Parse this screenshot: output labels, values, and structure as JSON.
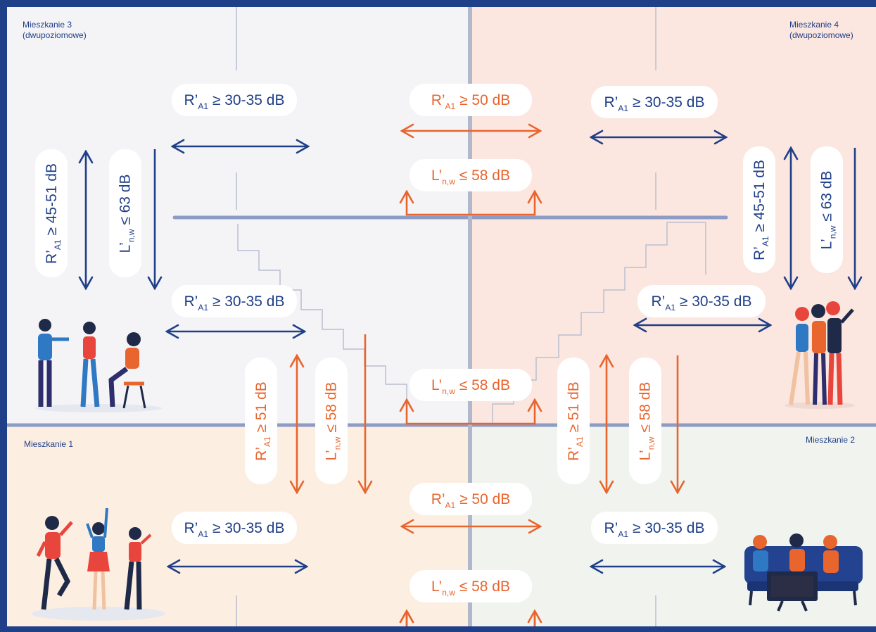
{
  "apartments": {
    "a3": {
      "line1": "Mieszkanie 3",
      "line2": "(dwupoziomowe)"
    },
    "a4": {
      "line1": "Mieszkanie 4",
      "line2": "(dwupoziomowe)"
    },
    "a1": {
      "line1": "Mieszkanie 1"
    },
    "a2": {
      "line1": "Mieszkanie 2"
    }
  },
  "labels": {
    "r_30_35": {
      "pre": "R’",
      "sub": "A1",
      "post": "≥ 30-35 dB"
    },
    "r_50": {
      "pre": "R’",
      "sub": "A1",
      "post": "≥ 50 dB"
    },
    "l_58": {
      "pre": "L’",
      "sub": "n,w",
      "post": "≤ 58 dB"
    },
    "r_45_51": {
      "pre": "R’",
      "sub": "A1",
      "post": "≥ 45-51 dB"
    },
    "l_63": {
      "pre": "L’",
      "sub": "n,w",
      "post": "≤ 63 dB"
    },
    "r_51": {
      "pre": "R’",
      "sub": "A1",
      "post": "≥ 51 dB"
    }
  },
  "colors": {
    "frame": "#1f3f88",
    "blue_arrow": "#1f3f88",
    "orange_arrow": "#e8652e",
    "apt3_bg": "#f4f4f6",
    "apt4_bg": "#fbe7e0",
    "apt1_bg": "#fdeee2",
    "apt2_bg": "#f1f4ee",
    "floor_line": "#8d9cc4",
    "wall_line": "#b9bfd0"
  },
  "illustrations": [
    "party-people-illustration",
    "selfie-friends-illustration",
    "dancing-people-illustration",
    "tv-watching-family-illustration"
  ]
}
